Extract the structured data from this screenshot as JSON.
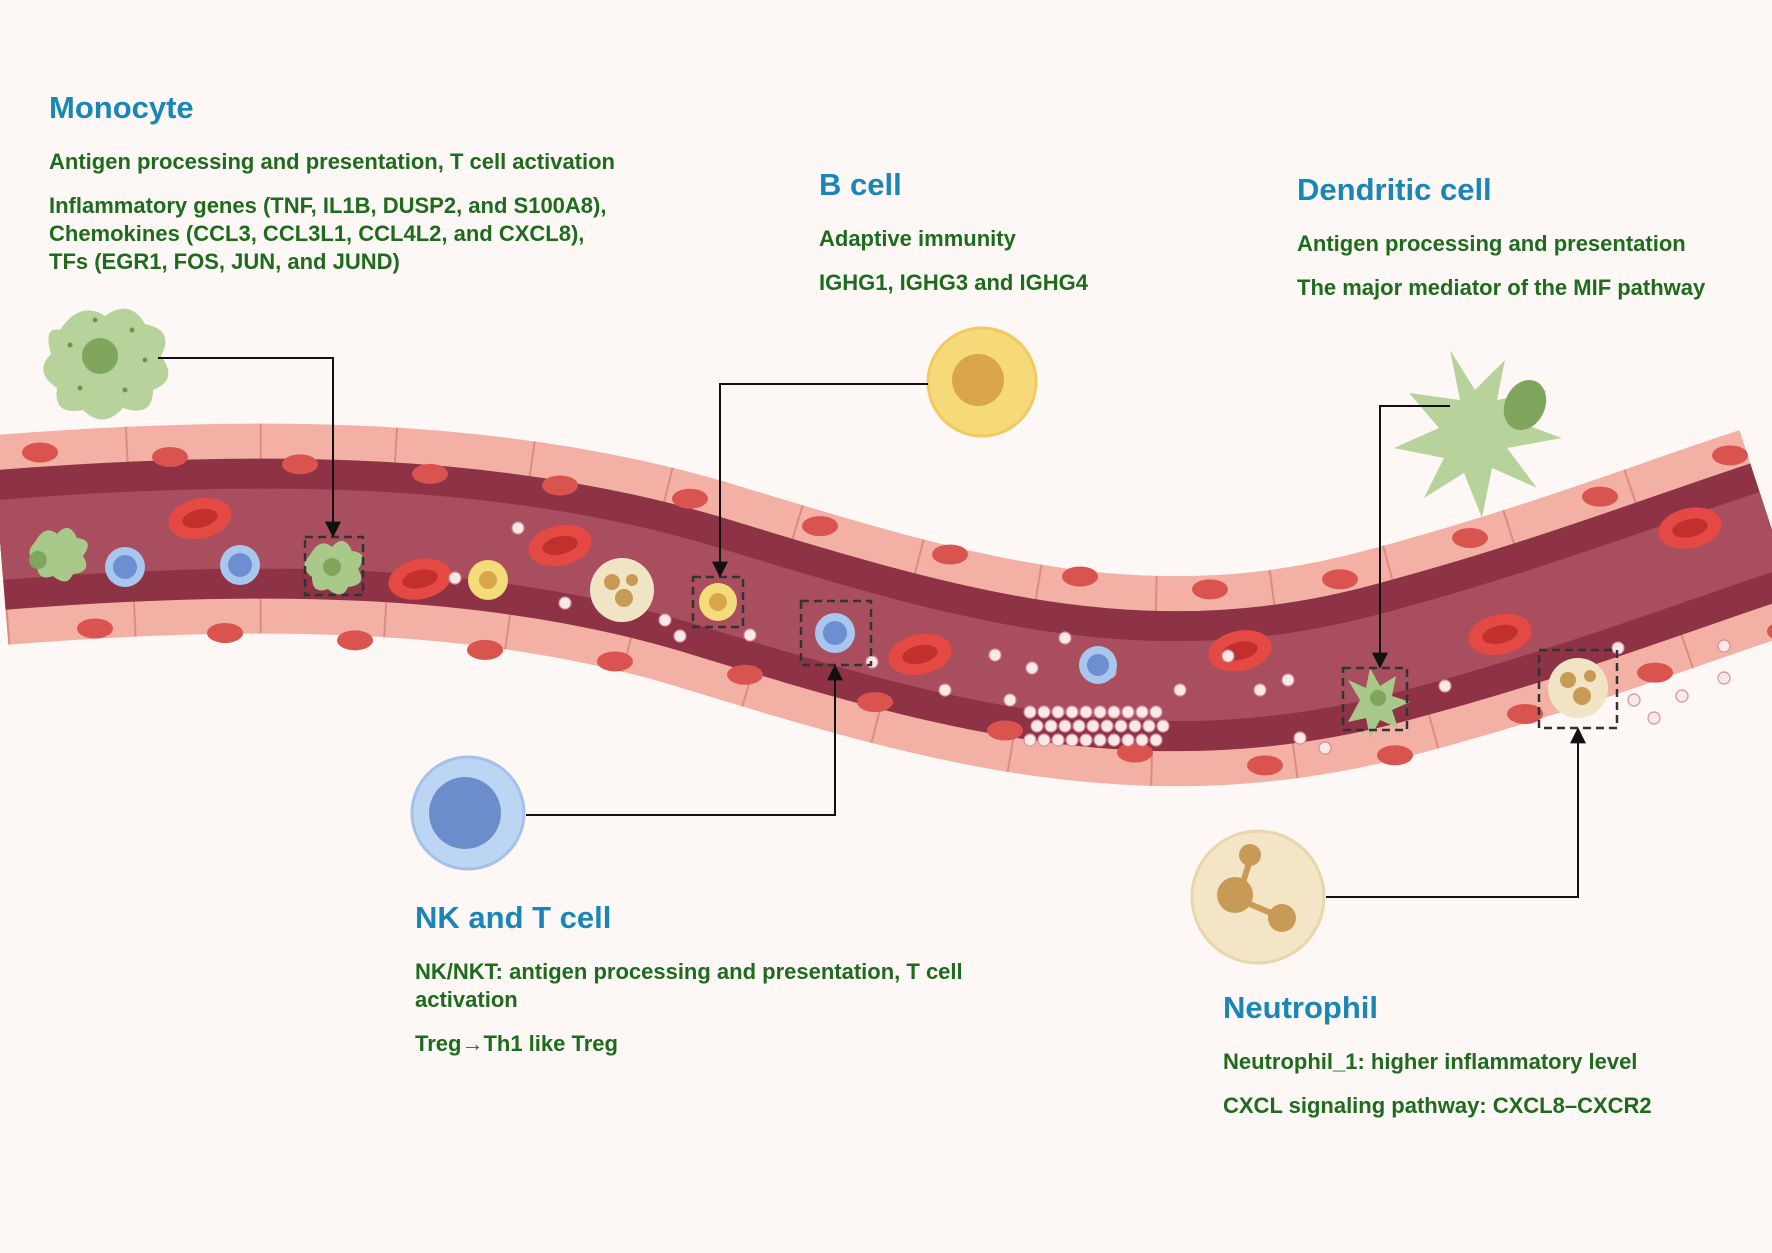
{
  "colors": {
    "title": "#1a86b8",
    "text": "#1e6b1e",
    "vessel_outer": "#f3b0a4",
    "vessel_lumen": "#9e3d50",
    "rbc": "#e44a43",
    "monocyte": "#a9c98a",
    "b_cell": "#f5dc7a",
    "t_cell": "#a8c7ee",
    "neutrophil": "#f1e4c4"
  },
  "monocyte": {
    "title": "Monocyte",
    "line1": "Antigen processing and presentation, T cell activation",
    "line2a": "Inflammatory genes (TNF, IL1B, DUSP2, and S100A8),",
    "line2b": "Chemokines (CCL3, CCL3L1, CCL4L2, and CXCL8),",
    "line2c": "TFs (EGR1, FOS, JUN, and JUND)"
  },
  "b_cell": {
    "title": "B cell",
    "line1": "Adaptive immunity",
    "line2": "IGHG1, IGHG3 and IGHG4"
  },
  "dendritic_cell": {
    "title": "Dendritic cell",
    "line1": "Antigen processing and presentation",
    "line2": "The major mediator of the MIF pathway"
  },
  "nk_t_cell": {
    "title": "NK and T cell",
    "line1a": "NK/NKT: antigen processing and presentation, T cell",
    "line1b": "activation",
    "line2": "Treg→Th1 like Treg"
  },
  "neutrophil": {
    "title": "Neutrophil",
    "line1": "Neutrophil_1:   higher inflammatory level",
    "line2": "CXCL signaling pathway: CXCL8–CXCR2"
  }
}
